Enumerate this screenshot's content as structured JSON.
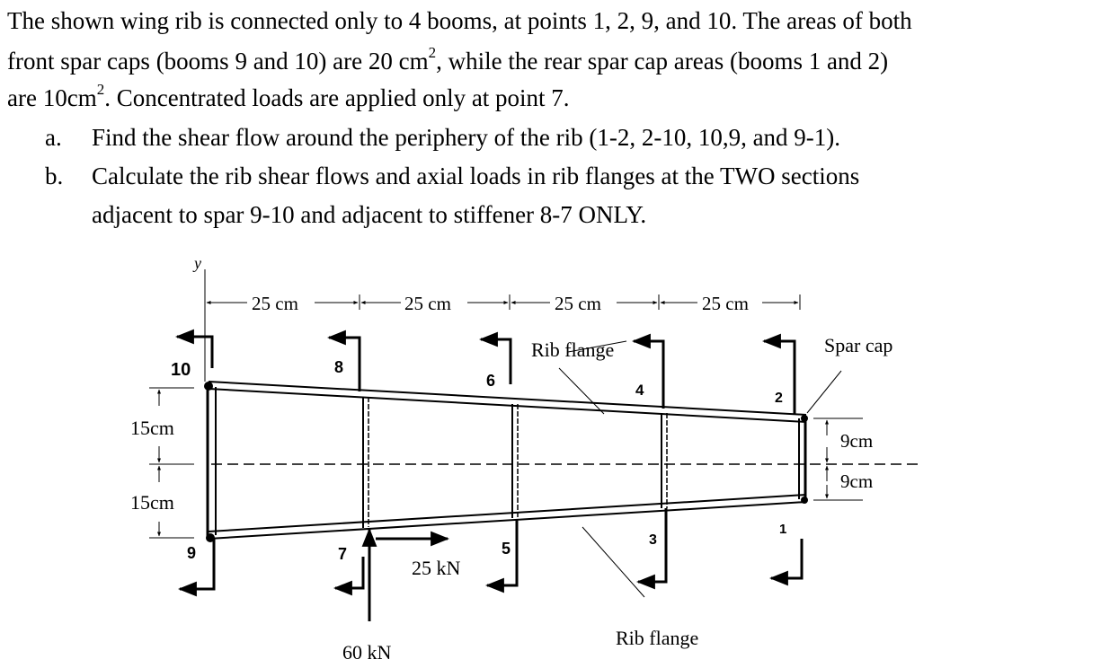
{
  "problem": {
    "line1": "The shown wing rib is connected only to 4 booms, at points 1, 2, 9, and 10. The areas of both",
    "line2a": "front spar caps (booms 9 and 10) are 20 cm",
    "line2sup": "2",
    "line2b": ", while the rear spar cap areas (booms 1 and 2)",
    "line3a": "are 10cm",
    "line3sup": "2",
    "line3b": ". Concentrated loads are applied only at point 7.",
    "item_a_label": "a.",
    "item_a_text": "Find the shear flow around the periphery of the rib (1-2, 2-10, 10,9, and 9-1).",
    "item_b_label": "b.",
    "item_b_text1": "Calculate the rib shear flows and axial loads in rib flanges at the TWO sections",
    "item_b_text2": "adjacent to spar 9-10 and adjacent to stiffener 8-7 ONLY."
  },
  "figure": {
    "y_axis": "y",
    "dim_1": "25 cm",
    "dim_2": "25 cm",
    "dim_3": "25 cm",
    "dim_4": "25 cm",
    "rib_flange_top": "Rib flange",
    "rib_flange_bottom": "Rib flange",
    "spar_cap": "Spar cap",
    "height_upper": "15cm",
    "height_lower": "15cm",
    "rear_upper": "9cm",
    "rear_lower": "9cm",
    "load_horizontal": "25 kN",
    "load_vertical": "60 kN",
    "points": {
      "p1": "1",
      "p2": "2",
      "p3": "3",
      "p4": "4",
      "p5": "5",
      "p6": "6",
      "p7": "7",
      "p8": "8",
      "p9": "9",
      "p10": "10"
    }
  }
}
